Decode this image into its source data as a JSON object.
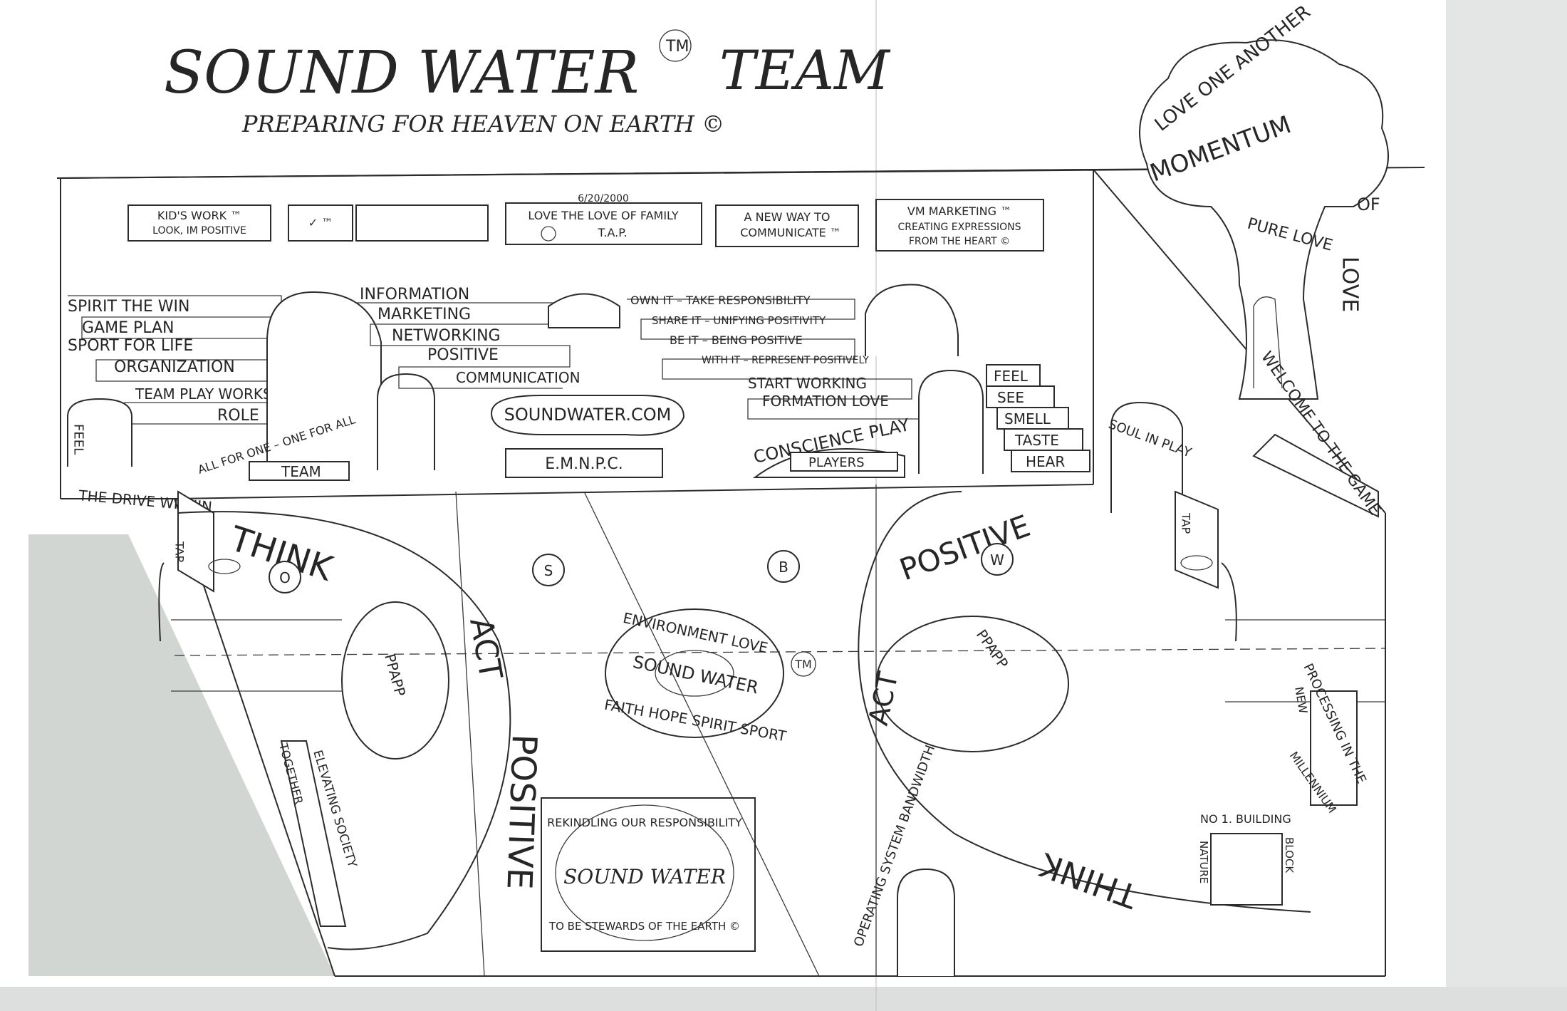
{
  "title": "SOUND WATER",
  "title_tm": "TM",
  "title_team": "TEAM",
  "subtitle": "PREPARING FOR HEAVEN ON EARTH ©",
  "banners": [
    {
      "line1": "KID'S WORK ™",
      "line2": "LOOK, IM POSITIVE"
    },
    {
      "line1": "✓ ™",
      "line2": ""
    },
    {
      "line1": "",
      "line2": ""
    },
    {
      "line1": "LOVE THE LOVE OF FAMILY",
      "line2": "T.A.P."
    },
    {
      "line1": "A NEW WAY TO",
      "line2": "COMMUNICATE ™"
    },
    {
      "line1": "VM MARKETING ™",
      "line2": "CREATING EXPRESSIONS",
      "line3": "FROM THE HEART ©"
    }
  ],
  "banner_date": "6/20/2000",
  "left_steps": [
    "SPIRIT THE WIN",
    "GAME PLAN",
    "SPORT FOR LIFE",
    "ORGANIZATION",
    "TEAM PLAY WORKS",
    "ROLE"
  ],
  "mid_steps": [
    "INFORMATION",
    "MARKETING",
    "NETWORKING",
    "POSITIVE",
    "COMMUNICATION"
  ],
  "right_steps": [
    "OWN IT – TAKE RESPONSIBILITY",
    "SHARE IT – UNIFYING POSITIVITY",
    "BE IT – BEING POSITIVE",
    "WITH IT – REPRESENT POSITIVELY",
    "START WORKING",
    "FORMATION LOVE"
  ],
  "senses": [
    "FEEL",
    "SEE",
    "SMELL",
    "TASTE",
    "HEAR"
  ],
  "sign_soundwater": "SOUNDWATER.COM",
  "emnpc": "E.M.N.P.C.",
  "conscience": "CONSCIENCE PLAY",
  "players": "PLAYERS",
  "all_for_one": "ALL FOR ONE – ONE FOR ALL",
  "team": "TEAM",
  "drive_within": "THE DRIVE WITHIN",
  "feel_door": "FEEL",
  "soul_in_play": "SOUL IN PLAY",
  "tap": "TAP",
  "tree": {
    "top": "LOVE ONE ANOTHER",
    "momentum": "MOMENTUM",
    "of": "OF",
    "love": "LOVE",
    "pure_love": "PURE LOVE",
    "welcome": "WELCOME TO THE GAME"
  },
  "court": {
    "think": "THINK",
    "act": "ACT",
    "positive": "POSITIVE",
    "ppapp": "PPAPP",
    "balls": [
      "O",
      "S",
      "B",
      "W"
    ],
    "center_top": "ENVIRONMENT LOVE",
    "center_mid": "SOUND WATER",
    "center_tm": "TM",
    "center_bottom": "FAITH HOPE SPIRIT SPORT",
    "rekindling": "REKINDLING OUR RESPONSIBILITY",
    "seal_center": "SOUND WATER",
    "stewards": "TO BE STEWARDS OF THE EARTH ©",
    "operating": "OPERATING SYSTEM BANDWIDTH",
    "elevating": "ELEVATING SOCIETY",
    "together": "TOGETHER",
    "processing": "PROCESSING IN THE",
    "new": "NEW",
    "millennium": "MILLENNIUM",
    "no1": "NO 1. BUILDING",
    "nature": "NATURE",
    "block": "BLOCK"
  },
  "colors": {
    "paper": "#ffffff",
    "ink": "#2b2b2b",
    "shadow": "#d2d6d3"
  }
}
